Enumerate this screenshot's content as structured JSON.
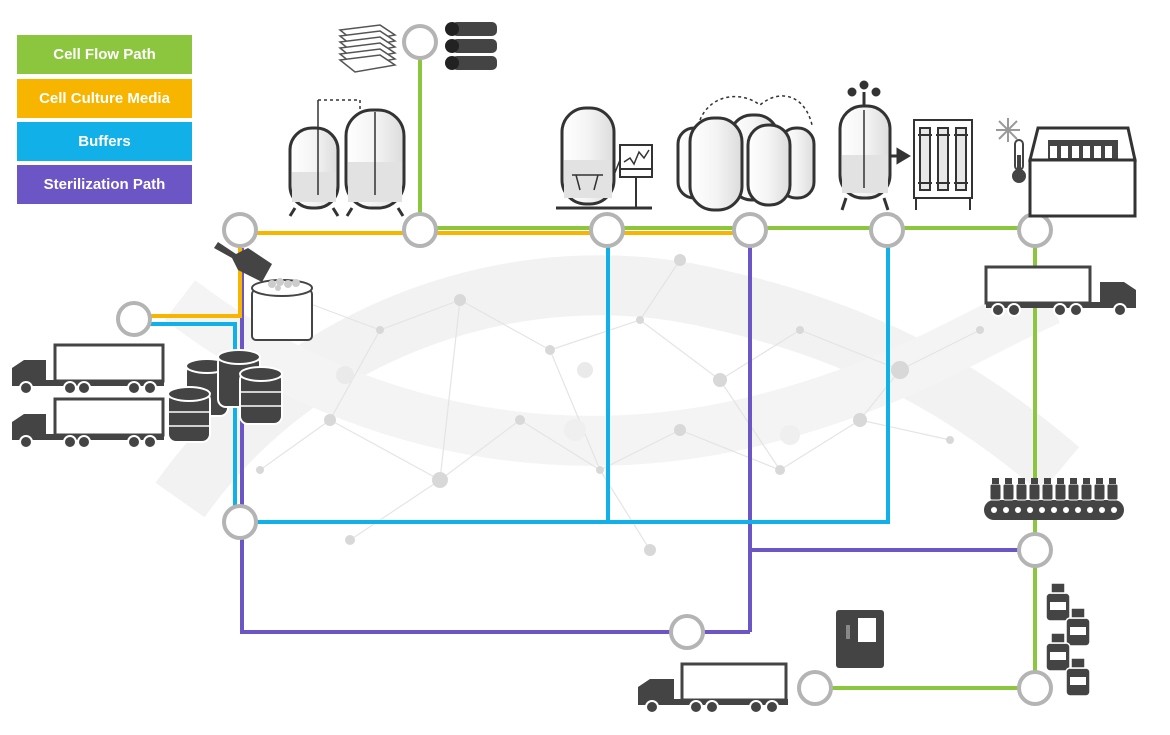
{
  "legend": [
    {
      "label": "Cell Flow Path",
      "color": "#8cc63f"
    },
    {
      "label": "Cell Culture Media",
      "color": "#f7b500"
    },
    {
      "label": "Buffers",
      "color": "#12b0e8"
    },
    {
      "label": "Sterilization Path",
      "color": "#6c55c4"
    }
  ],
  "colors": {
    "node_stroke": "#b4b4b4",
    "icon_dark": "#444444",
    "icon_light": "#e0e0e0",
    "background_network": "#dcdcdc"
  },
  "icons": [
    "filter-plates-icon",
    "stacked-cartridges-icon",
    "dual-bioreactor-icon",
    "bioreactor-monitor-icon",
    "bioreactor-cluster-icon",
    "agitated-vessel-icon",
    "chromatography-columns-icon",
    "freezer-chest-icon",
    "snowflake-icon",
    "thermometer-icon",
    "scoop-icon",
    "powder-bag-icon",
    "delivery-truck-icon",
    "drum-barrels-icon",
    "vial-conveyor-icon",
    "vials-icon",
    "storage-cabinet-icon"
  ]
}
